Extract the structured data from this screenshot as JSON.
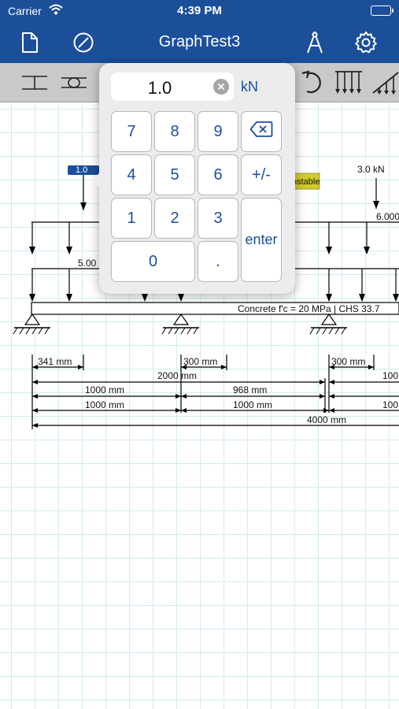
{
  "status": {
    "carrier": "Carrier",
    "time": "4:39 PM"
  },
  "nav": {
    "title": "GraphTest3",
    "icons": [
      "new-document-icon",
      "clear-icon",
      "compass-icon",
      "settings-gear-icon"
    ]
  },
  "toolbar": {
    "tools": [
      "fixed-support-tool-icon",
      "pin-support-tool-icon",
      "moment-tool-icon",
      "distributed-load-tool-icon",
      "triangular-load-tool-icon"
    ]
  },
  "keypad": {
    "value": "1.0",
    "unit": "kN",
    "keys": [
      "7",
      "8",
      "9",
      "4",
      "5",
      "6",
      "+/-",
      "1",
      "2",
      "3",
      "enter",
      "0",
      "."
    ],
    "backspace_icon": "backspace-icon",
    "clear_icon": "clear-circle-icon"
  },
  "diagram": {
    "selected_load": "1.0",
    "point_load_right": "3.0 kN",
    "udl_right": "6.000",
    "udl_left": "5.00",
    "status_tag": "nstable",
    "beam_label": "Concrete f'c = 20 MPa | CHS 33.7",
    "dimensions": {
      "d341": "341 mm",
      "d300a": "300 mm",
      "d300b": "300 mm",
      "d2000": "2000 mm",
      "d100a": "100",
      "d1000a": "1000 mm",
      "d968": "968 mm",
      "d100b": "100",
      "d1000b": "1000 mm",
      "d1000c": "1000 mm",
      "d4000": "4000 mm"
    }
  },
  "colors": {
    "header": "#1b4f9a",
    "toolbar": "#c9c9cc",
    "grid": "#d3ecec",
    "key_text": "#1b4f9a",
    "status_tag": "#d4cc2a"
  }
}
